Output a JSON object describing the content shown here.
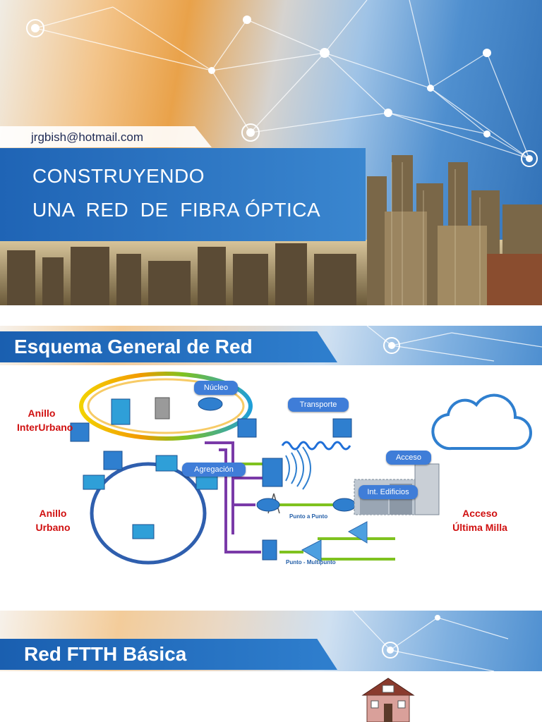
{
  "title_slide": {
    "email": "jrgbish@hotmail.com",
    "title_line1": "CONSTRUYENDO",
    "title_line2": "UNA  RED  DE  FIBRA ÓPTICA"
  },
  "diagram_slide": {
    "heading": "Esquema General de Red",
    "labels": {
      "nucleo": "Núcleo",
      "transporte": "Transporte",
      "acceso": "Acceso",
      "agregacion": "Agregación",
      "int_edificios": "Int. Edificios",
      "punto_a_punto": "Punto a Punto",
      "punto_multipunto": "Punto - Multipunto",
      "anillo_interurbano_1": "Anillo",
      "anillo_interurbano_2": "InterUrbano",
      "anillo_urbano_1": "Anillo",
      "anillo_urbano_2": "Urbano",
      "acceso_ultima_1": "Acceso",
      "acceso_ultima_2": "Última Milla"
    }
  },
  "ftth_slide": {
    "heading": "Red FTTH Básica"
  },
  "colors": {
    "banner_blue": "#1f64b5",
    "label_red": "#d01010",
    "pill_blue": "#3f7dd8",
    "fiber_purple": "#7a3aa8"
  }
}
